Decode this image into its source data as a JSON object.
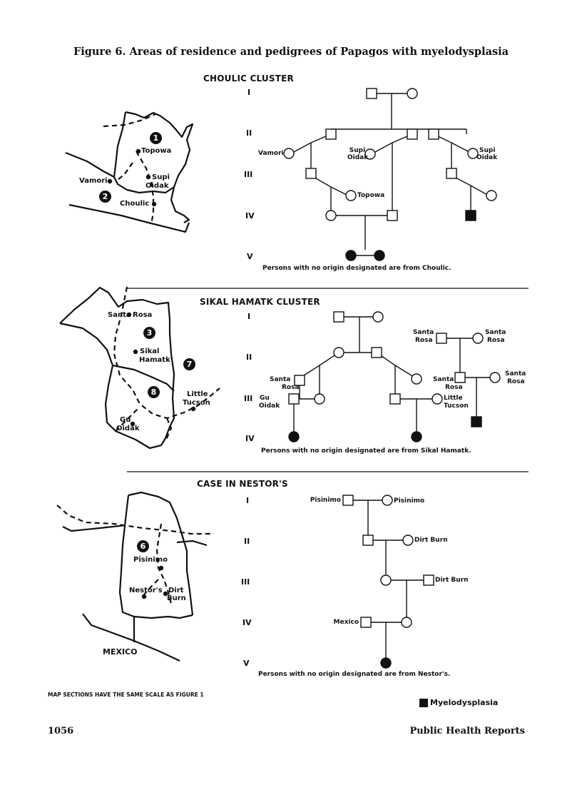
{
  "title": "Figure 6. Areas of residence and pedigrees of Papagos with myelodysplasia",
  "generations": [
    "I",
    "II",
    "III",
    "IV",
    "V"
  ],
  "choulic": {
    "heading": "CHOULIC CLUSTER",
    "map_labels": {
      "topowa": "Topowa",
      "vamori": "Vamori",
      "supi": "Supi",
      "oidak": "Oidak",
      "choulic": "Choulic"
    },
    "map_numbers": [
      "1",
      "2"
    ],
    "pedigree_labels": {
      "vamori": "Vamori",
      "supi_left_1": "Supi",
      "supi_left_2": "Oidak",
      "supi_right_1": "Supi",
      "supi_right_2": "Oidak",
      "topowa": "Topowa"
    },
    "note": "Persons with no origin designated are from Choulic."
  },
  "sikal": {
    "heading": "SIKAL HAMATK CLUSTER",
    "map_labels": {
      "santa": "Santa",
      "rosa": "Rosa",
      "sikal": "Sikal",
      "hamatk": "Hamatk",
      "little": "Little",
      "tucson": "Tucson",
      "gu": "Gu",
      "oidak": "Oidak"
    },
    "map_numbers": [
      "3",
      "7",
      "8"
    ],
    "pedigree_labels": {
      "sr1_a": "Santa",
      "sr1_b": "Rosa",
      "sr2_a": "Santa",
      "sr2_b": "Rosa",
      "sr3_a": "Santa",
      "sr3_b": "Rosa",
      "sr4_a": "Santa",
      "sr4_b": "Rosa",
      "sr5_a": "Santa",
      "sr5_b": "Rosa",
      "gu_a": "Gu",
      "gu_b": "Oidak",
      "lt_a": "Little",
      "lt_b": "Tucson"
    },
    "note": "Persons with no origin designated are from Sikal Hamatk."
  },
  "nestor": {
    "heading": "CASE IN NESTOR'S",
    "map_labels": {
      "pisinimo": "Pisinimo",
      "nestors": "Nestor's",
      "dirt": "Dirt",
      "burn": "Burn",
      "mexico": "MEXICO"
    },
    "map_numbers": [
      "6"
    ],
    "pedigree_labels": {
      "pisinimo_left": "Pisinimo",
      "pisinimo_right": "Pisinimo",
      "dirt_burn_1": "Dirt Burn",
      "dirt_burn_2": "Dirt Burn",
      "mexico": "Mexico"
    },
    "note": "Persons with no origin designated are from Nestor's."
  },
  "scale_note": "MAP SECTIONS HAVE THE SAME SCALE AS FIGURE 1",
  "legend_label": "Myelodysplasia",
  "footer_page": "1056",
  "footer_journal": "Public Health Reports",
  "colors": {
    "ink": "#111111",
    "paper": "#ffffff"
  }
}
